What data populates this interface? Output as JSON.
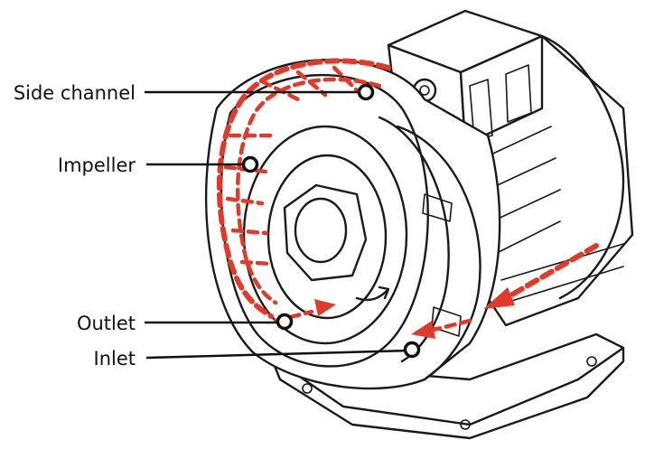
{
  "labels": {
    "side_channel": "Side channel",
    "impeller": "Impeller",
    "outlet": "Outlet",
    "inlet": "Inlet"
  },
  "colors": {
    "flow": "#e23a2a",
    "ink": "#1a1a1a",
    "background": "#ffffff"
  }
}
